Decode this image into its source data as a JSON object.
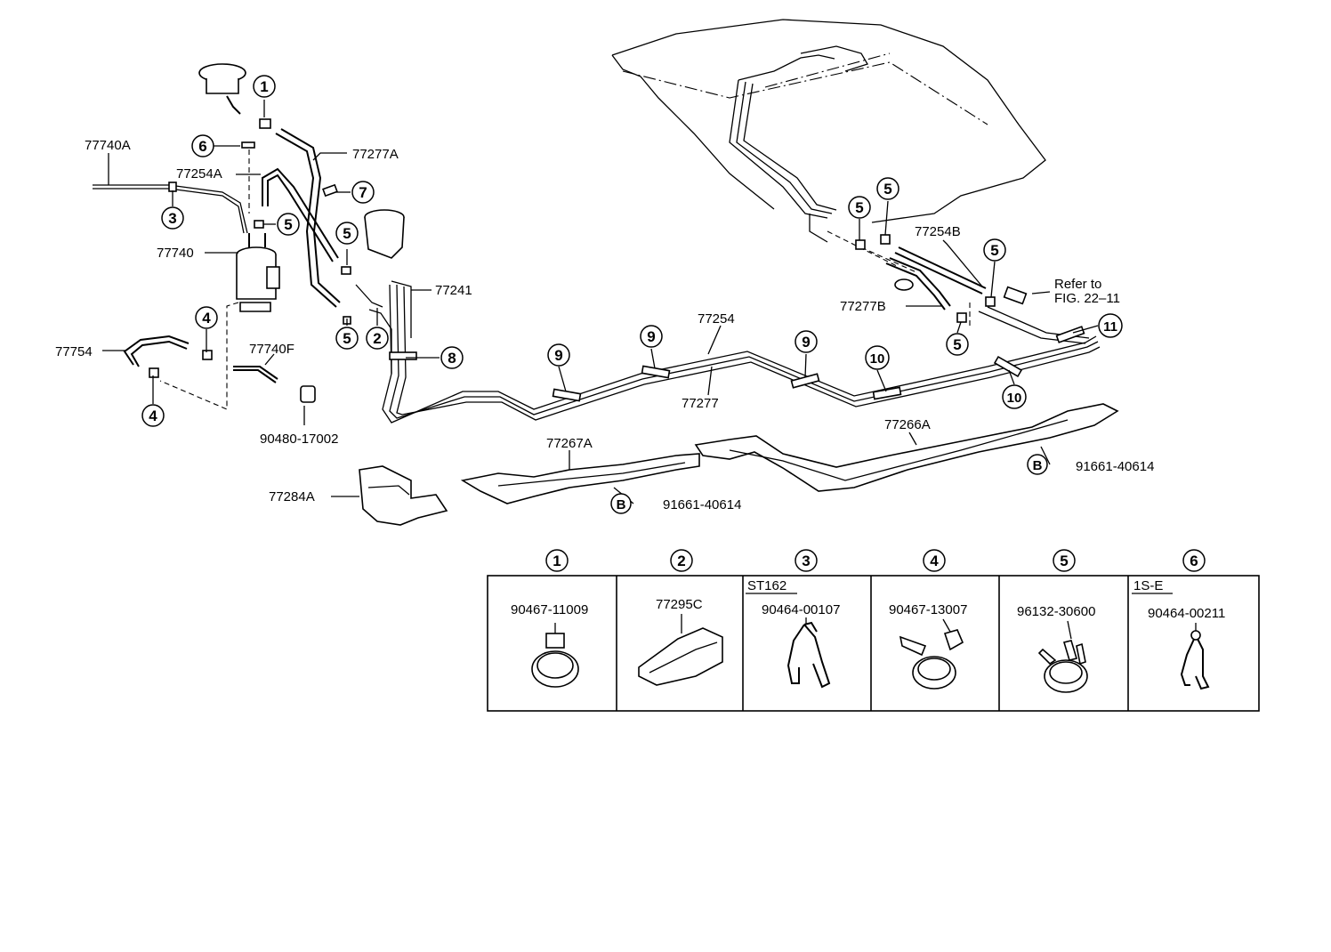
{
  "parts": {
    "p77740A": "77740A",
    "p77254A": "77254A",
    "p77277A": "77277A",
    "p77740": "77740",
    "p77754": "77754",
    "p77740F": "77740F",
    "p90480": "90480-17002",
    "p77241": "77241",
    "p77254": "77254",
    "p77277": "77277",
    "p77254B": "77254B",
    "p77277B": "77277B",
    "refer1": "Refer to",
    "refer2": "FIG. 22–11",
    "p77267A": "77267A",
    "p77266A": "77266A",
    "p91661a": "91661-40614",
    "p91661b": "91661-40614",
    "p77284A": "77284A"
  },
  "callouts": {
    "c1": "1",
    "c2": "2",
    "c3": "3",
    "c4": "4",
    "c5": "5",
    "c6": "6",
    "c7": "7",
    "c8": "8",
    "c9": "9",
    "c10": "10",
    "c11": "11",
    "cB": "B"
  },
  "legend": {
    "items": [
      {
        "num": "1",
        "part": "90467-11009",
        "tag": ""
      },
      {
        "num": "2",
        "part": "77295C",
        "tag": ""
      },
      {
        "num": "3",
        "part": "90464-00107",
        "tag": "ST162"
      },
      {
        "num": "4",
        "part": "90467-13007",
        "tag": ""
      },
      {
        "num": "5",
        "part": "96132-30600",
        "tag": ""
      },
      {
        "num": "6",
        "part": "90464-00211",
        "tag": "1S-E"
      }
    ]
  }
}
